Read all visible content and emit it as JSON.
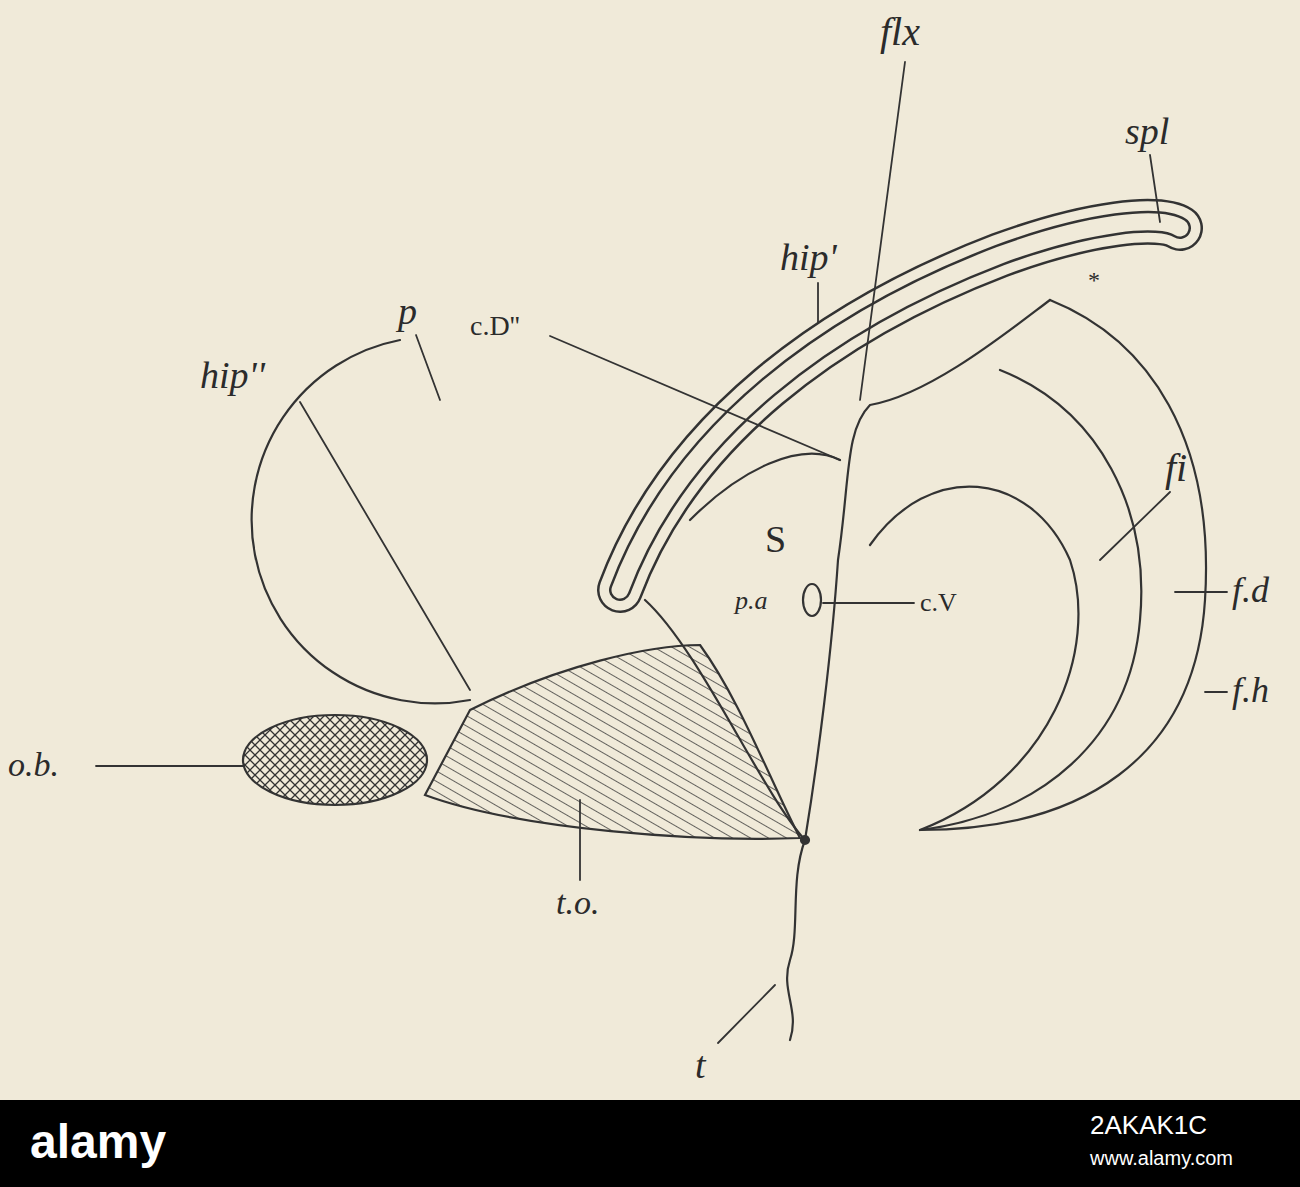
{
  "diagram": {
    "labels": [
      "flx",
      "spl",
      "hip'",
      "c.D''",
      "p",
      "hip''",
      "S",
      "fi",
      "f.d",
      "c.V",
      "p.a",
      "f.h",
      "o.b.",
      "t.o.",
      "t",
      "*",
      "alamy",
      "2AKAK1C",
      "www.alamy.com"
    ]
  }
}
